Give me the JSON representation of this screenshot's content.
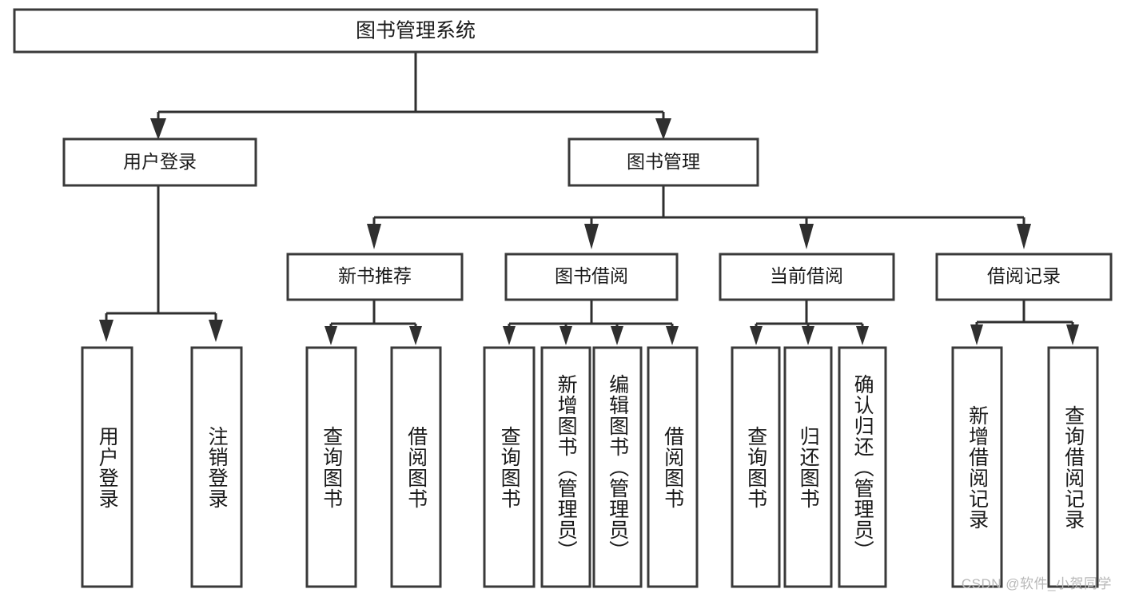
{
  "diagram": {
    "type": "tree-hierarchy",
    "title": "图书管理系统",
    "orientation": "top-down",
    "watermark": "CSDN @软件_小贺同学",
    "colors": {
      "box_stroke": "#3a3a3a",
      "box_fill": "#ffffff",
      "connector": "#2f2f2f",
      "text": "#1a1a1a",
      "watermark": "#b8b8b8",
      "background": "#ffffff"
    },
    "root": {
      "label": "图书管理系统",
      "level": 1
    },
    "level2": [
      {
        "id": "user-login",
        "label": "用户登录"
      },
      {
        "id": "book-manage",
        "label": "图书管理"
      }
    ],
    "level3": [
      {
        "id": "new-book-rec",
        "label": "新书推荐",
        "parent": "book-manage"
      },
      {
        "id": "book-borrow",
        "label": "图书借阅",
        "parent": "book-manage"
      },
      {
        "id": "current-borrow",
        "label": "当前借阅",
        "parent": "book-manage"
      },
      {
        "id": "borrow-record",
        "label": "借阅记录",
        "parent": "book-manage"
      }
    ],
    "leaves": [
      {
        "id": "leaf-user-login",
        "label": "用户登录",
        "parent": "user-login"
      },
      {
        "id": "leaf-logout-login",
        "label": "注销登录",
        "parent": "user-login"
      },
      {
        "id": "leaf-query-book-1",
        "label": "查询图书",
        "parent": "new-book-rec"
      },
      {
        "id": "leaf-borrow-book-1",
        "label": "借阅图书",
        "parent": "new-book-rec"
      },
      {
        "id": "leaf-query-book-2",
        "label": "查询图书",
        "parent": "book-borrow"
      },
      {
        "id": "leaf-add-book",
        "label": "新增图书（管理员）",
        "parent": "book-borrow"
      },
      {
        "id": "leaf-edit-book",
        "label": "编辑图书（管理员）",
        "parent": "book-borrow"
      },
      {
        "id": "leaf-borrow-book-2",
        "label": "借阅图书",
        "parent": "book-borrow"
      },
      {
        "id": "leaf-query-book-3",
        "label": "查询图书",
        "parent": "current-borrow"
      },
      {
        "id": "leaf-return-book",
        "label": "归还图书",
        "parent": "current-borrow"
      },
      {
        "id": "leaf-confirm-return",
        "label": "确认归还（管理员）",
        "parent": "current-borrow"
      },
      {
        "id": "leaf-add-record",
        "label": "新增借阅记录",
        "parent": "borrow-record"
      },
      {
        "id": "leaf-query-record",
        "label": "查询借阅记录",
        "parent": "borrow-record"
      }
    ]
  }
}
